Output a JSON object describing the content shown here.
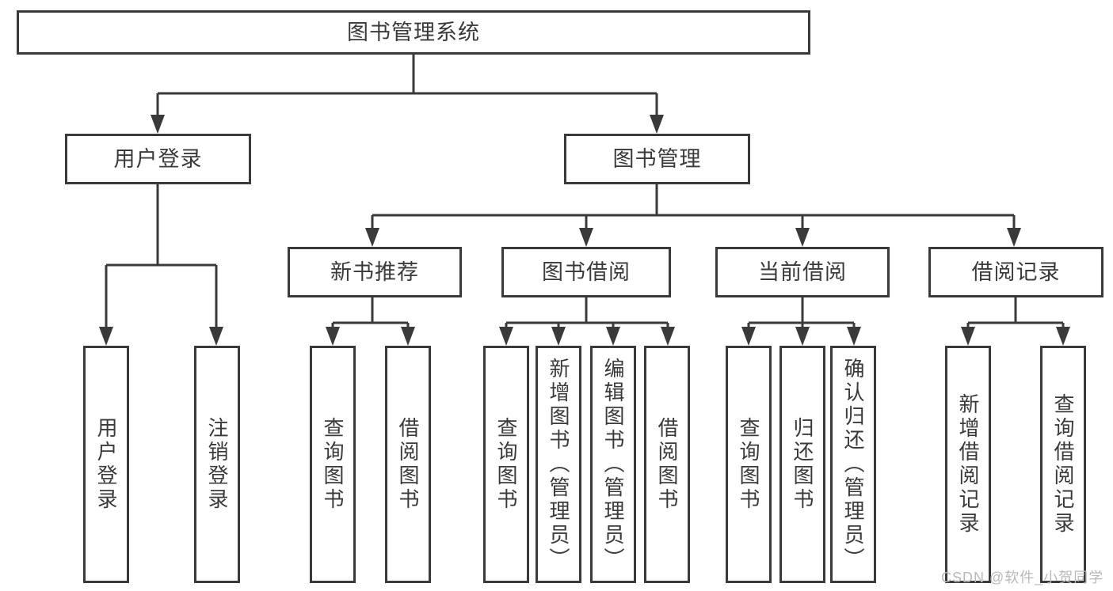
{
  "colors": {
    "line": "#3a3a3a",
    "box_border": "#3a3a3a",
    "text": "#3a3a3a",
    "watermark": "#b9b9b9",
    "background": "#ffffff"
  },
  "watermark": {
    "text": "CSDN @软件_小贺同学"
  },
  "tree": {
    "label": "图书管理系统",
    "children": [
      {
        "label": "用户登录",
        "children": [
          {
            "label": "用户登录"
          },
          {
            "label": "注销登录"
          }
        ]
      },
      {
        "label": "图书管理",
        "children": [
          {
            "label": "新书推荐",
            "children": [
              {
                "label": "查询图书"
              },
              {
                "label": "借阅图书"
              }
            ]
          },
          {
            "label": "图书借阅",
            "children": [
              {
                "label": "查询图书"
              },
              {
                "label": "新增图书（管理员）"
              },
              {
                "label": "编辑图书（管理员）"
              },
              {
                "label": "借阅图书"
              }
            ]
          },
          {
            "label": "当前借阅",
            "children": [
              {
                "label": "查询图书"
              },
              {
                "label": "归还图书"
              },
              {
                "label": "确认归还（管理员）"
              }
            ]
          },
          {
            "label": "借阅记录",
            "children": [
              {
                "label": "新增借阅记录"
              },
              {
                "label": "查询借阅记录"
              }
            ]
          }
        ]
      }
    ]
  }
}
